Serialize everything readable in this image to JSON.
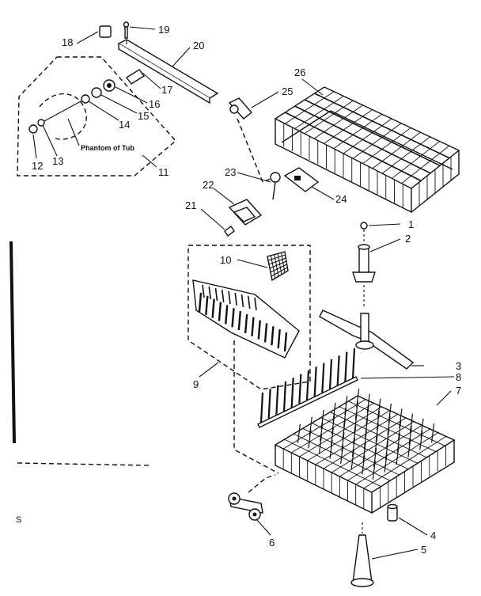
{
  "diagram": {
    "note_text": "Phantom of Tub",
    "callouts": [
      "1",
      "2",
      "3",
      "4",
      "5",
      "6",
      "7",
      "8",
      "9",
      "10",
      "11",
      "12",
      "13",
      "14",
      "15",
      "16",
      "17",
      "18",
      "19",
      "20",
      "21",
      "22",
      "23",
      "24",
      "25",
      "26"
    ],
    "edge_mark": "S"
  }
}
